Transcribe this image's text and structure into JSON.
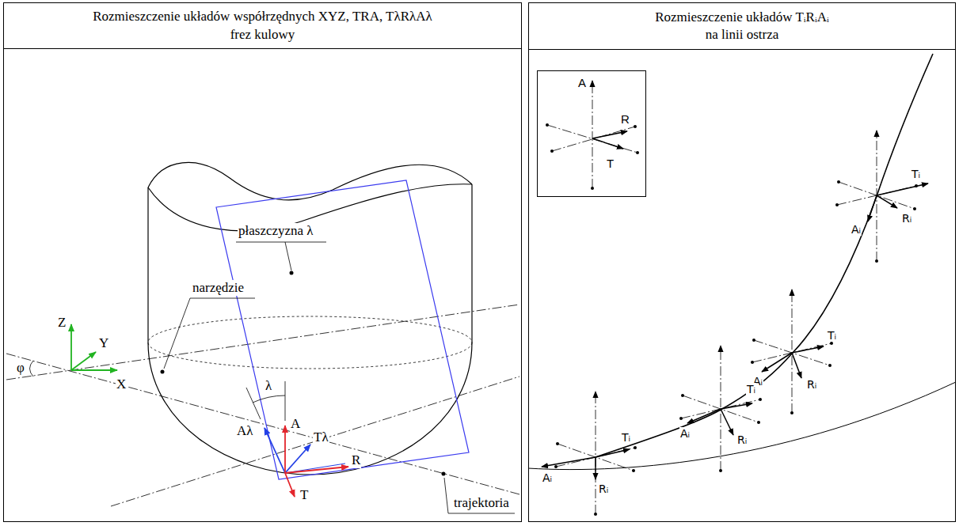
{
  "diagram": {
    "nodes": [
      {
        "text": [
          "Rozmieszczenie układów współrzędnych XYZ, TRA, TλRλAλ",
          "frez kulowy"
        ]
      },
      {
        "text": [
          "Rozmieszczenie układów TᵢRᵢAᵢ",
          "na linii ostrza"
        ]
      },
      {
        "text": [
          "A",
          "R",
          "T"
        ],
        "in": 1
      }
    ],
    "labels": [
      "płaszczyzna λ",
      "narzędzie",
      "Z",
      "Y",
      "X",
      "φ",
      "λ",
      "Aλ",
      "A",
      "Tλ",
      "R",
      "T",
      "trajektoria",
      "Tᵢ",
      "Rᵢ",
      "Aᵢ",
      "Tᵢ",
      "Rᵢ",
      "Aᵢ",
      "Tᵢ",
      "Rᵢ",
      "Aᵢ",
      "Tᵢ",
      "Rᵢ",
      "Aᵢ"
    ]
  }
}
